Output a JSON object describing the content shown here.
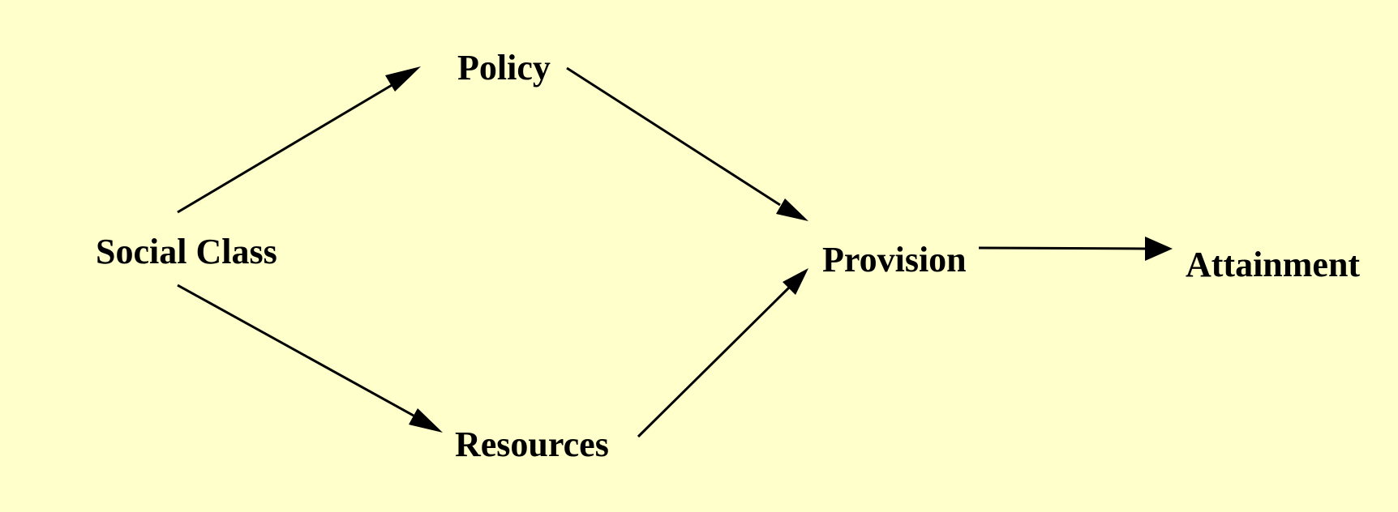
{
  "diagram": {
    "nodes": [
      {
        "id": "social_class",
        "label": "Social Class"
      },
      {
        "id": "policy",
        "label": "Policy"
      },
      {
        "id": "resources",
        "label": "Resources"
      },
      {
        "id": "provision",
        "label": "Provision"
      },
      {
        "id": "attainment",
        "label": "Attainment"
      }
    ],
    "edges": [
      {
        "from": "social_class",
        "to": "policy"
      },
      {
        "from": "social_class",
        "to": "resources"
      },
      {
        "from": "policy",
        "to": "provision"
      },
      {
        "from": "resources",
        "to": "provision"
      },
      {
        "from": "provision",
        "to": "attainment"
      }
    ],
    "colors": {
      "background": "#ffffcc",
      "ink": "#000000"
    }
  }
}
